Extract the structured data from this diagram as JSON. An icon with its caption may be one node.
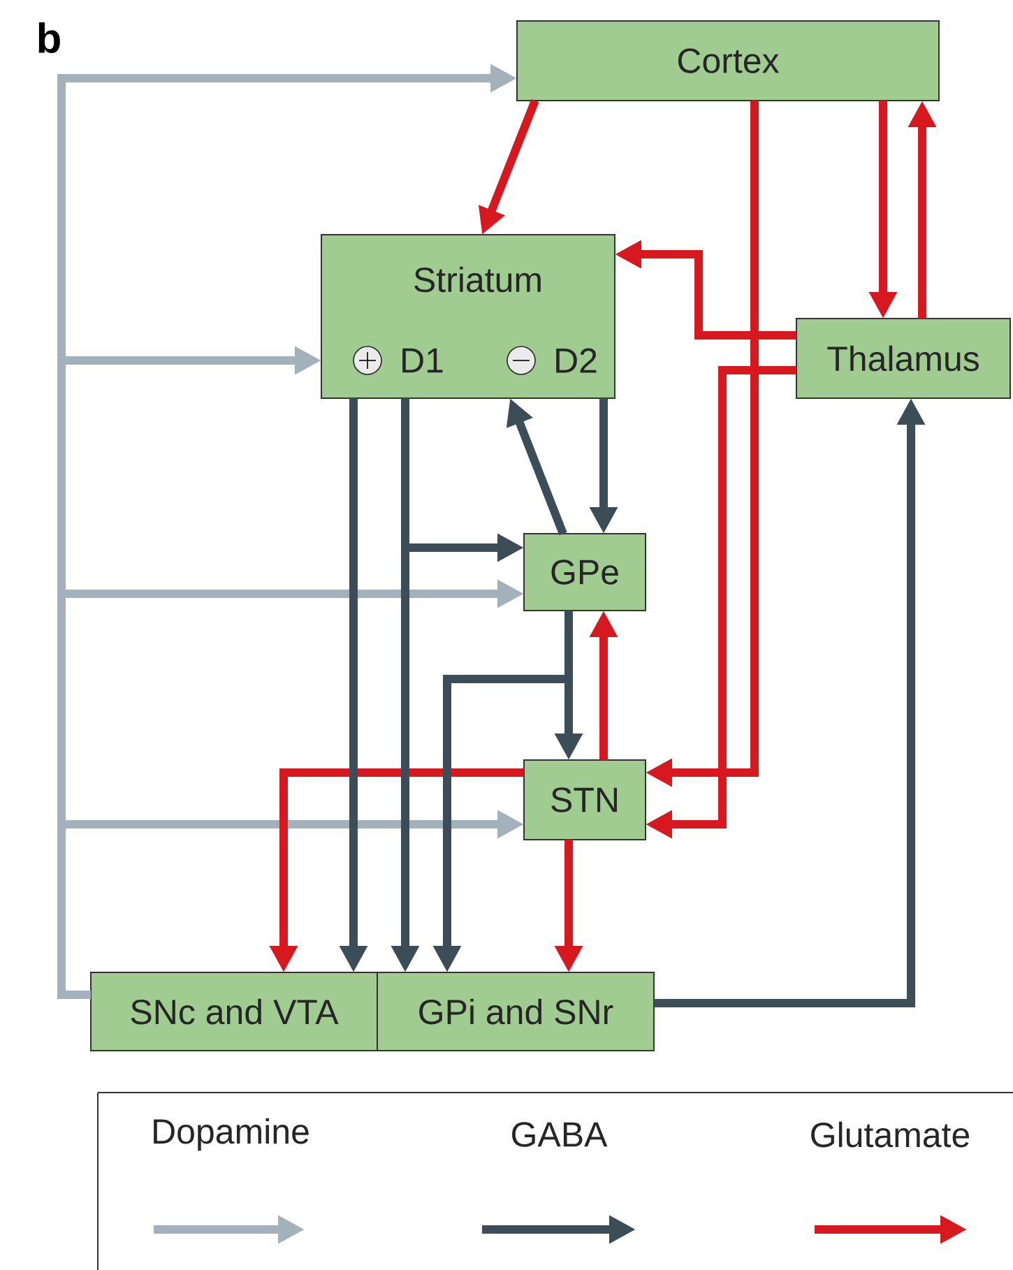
{
  "diagram": {
    "nodes": [
      {
        "text": [
          "Cortex"
        ]
      },
      {
        "text": [
          "Striatum",
          "D1",
          "D2"
        ]
      },
      {
        "text": [
          "Thalamus"
        ]
      },
      {
        "text": [
          "GPe"
        ]
      },
      {
        "text": [
          "STN"
        ]
      },
      {
        "text": [
          "SNc and VTA"
        ]
      },
      {
        "text": [
          "GPi and SNr"
        ]
      }
    ],
    "edges": [
      {
        "from": 5,
        "to": 0,
        "arrow": "to",
        "color": "#a3b1ba"
      },
      {
        "from": 5,
        "to": 1,
        "arrow": "to",
        "color": "#a3b1ba"
      },
      {
        "from": 5,
        "to": 3,
        "arrow": "to",
        "color": "#a3b1ba"
      },
      {
        "from": 5,
        "to": 4,
        "arrow": "to",
        "color": "#a3b1ba"
      },
      {
        "from": 0,
        "to": 1,
        "arrow": "to",
        "color": "#d7191f"
      },
      {
        "from": 0,
        "to": 2,
        "arrow": "to",
        "color": "#d7191f"
      },
      {
        "from": 2,
        "to": 0,
        "arrow": "to",
        "color": "#d7191f"
      },
      {
        "from": 2,
        "to": 1,
        "arrow": "to",
        "color": "#d7191f"
      },
      {
        "from": 0,
        "to": 4,
        "arrow": "to",
        "color": "#d7191f"
      },
      {
        "from": 2,
        "to": 4,
        "arrow": "to",
        "color": "#d7191f"
      },
      {
        "from": 4,
        "to": 3,
        "arrow": "to",
        "color": "#d7191f"
      },
      {
        "from": 4,
        "to": 6,
        "arrow": "to",
        "color": "#d7191f"
      },
      {
        "from": 4,
        "to": 5,
        "arrow": "to",
        "color": "#d7191f"
      },
      {
        "from": 1,
        "to": 5,
        "arrow": "to",
        "color": "#3c4d58"
      },
      {
        "from": 1,
        "to": 6,
        "arrow": "to",
        "color": "#3c4d58"
      },
      {
        "from": 1,
        "to": 3,
        "arrow": "to",
        "color": "#3c4d58"
      },
      {
        "from": 1,
        "to": 3,
        "arrow": "to",
        "color": "#3c4d58"
      },
      {
        "from": 3,
        "to": 1,
        "arrow": "to",
        "color": "#3c4d58"
      },
      {
        "from": 3,
        "to": 4,
        "arrow": "to",
        "color": "#3c4d58"
      },
      {
        "from": 3,
        "to": 6,
        "arrow": "to",
        "color": "#3c4d58"
      },
      {
        "from": 6,
        "to": 2,
        "arrow": "to",
        "color": "#3c4d58"
      }
    ],
    "labels": [
      "b"
    ],
    "legend": [
      {
        "text": "Dopamine"
      },
      {
        "text": "GABA"
      },
      {
        "text": "Glutamate"
      }
    ]
  }
}
